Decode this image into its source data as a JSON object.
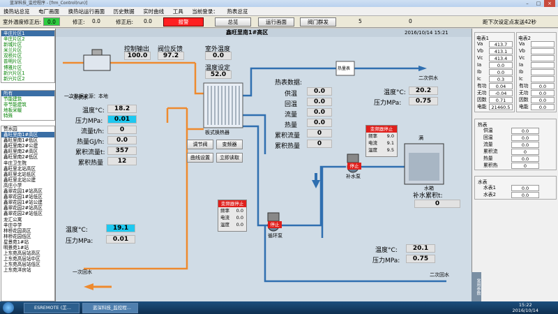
{
  "window": {
    "title": "蓝深科技_监控程序 - [frm_Control(run)]"
  },
  "menu": [
    "换热站总览",
    "电厂画面",
    "换热站运行画面",
    "历史数据",
    "实时曲线",
    "工具",
    "当前登录：",
    "热表总览"
  ],
  "toolbar": {
    "outdoor_correction_label": "室外温度修正后:",
    "outdoor_correction_value": "0.0",
    "correction_label": "修正:",
    "correction_value": "0.0",
    "correction_after_label": "修正后:",
    "correction_after_value": "0.0",
    "alarm_label": "报警",
    "overview_btn": "总览",
    "run_btn": "运行画面",
    "valve_btn": "阀门群发",
    "count_value": "5",
    "zero_value": "0",
    "countdown": "距下次设定点发送42秒"
  },
  "sidebar": {
    "list1": [
      "辛庄片区1",
      "辛庄片区2",
      "新城片区",
      "米兰片区",
      "双桥片区",
      "普明片区",
      "博雅片区",
      "新兴片区1",
      "新兴片区2"
    ],
    "list2": [
      "所有",
      "节能建筑",
      "非节能建筑",
      "地板采暖",
      "特殊"
    ],
    "list3_header": "赞水园",
    "list3": [
      "鑫旺里南1#高区",
      "鑫旺里南1#低区",
      "鑫旺里南2#公建",
      "鑫旺里南2#高区",
      "鑫旺里南2#低区",
      "辛庄卫生院",
      "鑫旺里北站高区",
      "鑫旺里北站低区",
      "鑫旺里北站公建",
      "高庄小学",
      "鑫翠花园1#站高区",
      "鑫翠花园1#站低区",
      "鑫翠花园1#站公建",
      "鑫翠花园2#站高区",
      "鑫翠花园2#站低区",
      "龙汇公寓",
      "辛庄中学",
      "林桥花园高区",
      "林桥花园低区",
      "星景苑1#站",
      "明景苑1#站",
      "上东苑高层站高区",
      "上东苑高层站中区",
      "上东苑高层站低区",
      "上东苑洋房站"
    ]
  },
  "main": {
    "header_title": "鑫旺里南1#高区",
    "datetime": "2016/10/14 15:21",
    "control_output_label": "控制输出",
    "control_output_value": "100.0",
    "valve_feedback_label": "阀位反馈",
    "valve_feedback_value": "97.2",
    "outdoor_temp_label": "室外温度",
    "outdoor_temp_value": "0.0",
    "temp_setpoint_label": "温度设定",
    "temp_setpoint_value": "52.0",
    "primary_supply_label": "一次供水",
    "secondary_supply_label": "二次供水",
    "primary_return_label": "一次回水",
    "secondary_return_label": "二次回水",
    "data_source_label": "一次数据来源：本地",
    "primary": {
      "temp_label": "温度°C:",
      "temp_value": "18.2",
      "pressure_label": "压力MPa:",
      "pressure_value": "0.01",
      "flow_label": "流量t/h:",
      "flow_value": "0",
      "heat_label": "热量GJ/h:",
      "heat_value": "0.0",
      "cum_flow_label": "累积流量t:",
      "cum_flow_value": "357",
      "cum_heat_label": "累积热量",
      "cum_heat_value": "12"
    },
    "primary_return": {
      "temp_label": "温度°C:",
      "temp_value": "19.1",
      "pressure_label": "压力MPa:",
      "pressure_value": "0.01"
    },
    "heat_meter": {
      "title": "热表数据:",
      "supply_label": "供温",
      "supply_value": "0.0",
      "return_label": "回温",
      "return_value": "0.0",
      "flow_label": "流量",
      "flow_value": "0.0",
      "heat_label": "热量",
      "heat_value": "0.0",
      "cum_flow_label": "累积流量",
      "cum_flow_value": "0",
      "cum_heat_label": "累积热量",
      "cum_heat_value": "0"
    },
    "secondary_supply": {
      "temp_label": "温度°C:",
      "temp_value": "20.2",
      "pressure_label": "压力MPa:",
      "pressure_value": "0.75"
    },
    "secondary_return": {
      "temp_label": "温度°C:",
      "temp_value": "20.1",
      "pressure_label": "压力MPa:",
      "pressure_value": "0.75"
    },
    "hx_label": "板式换热器",
    "flow_meter_label": "热量表",
    "buttons": {
      "valve_regulate": "调节阀",
      "vfd": "变频器",
      "curve_settings": "曲线设置",
      "read_now": "立即读取"
    },
    "vfd_makeup": {
      "title": "变频器停止",
      "freq_label": "频率",
      "freq_value": "9.0",
      "current_label": "电流",
      "current_value": "9.1",
      "temp_label": "温度",
      "temp_value": "9.5"
    },
    "vfd_circ": {
      "title": "变频器停止",
      "freq_label": "频率",
      "freq_value": "0.0",
      "current_label": "电流",
      "current_value": "0.0",
      "temp_label": "温度",
      "temp_value": "0.0"
    },
    "makeup_pump_label": "补水泵",
    "circ_pump_label": "循环泵",
    "stop_label": "停止",
    "tank_label": "水箱",
    "tank_full_label": "满",
    "makeup_cum_label": "补水累积t:",
    "makeup_cum_value": "0"
  },
  "right": {
    "meter1": {
      "title": "电表1",
      "rows": [
        [
          "Va",
          "413.7"
        ],
        [
          "Vb",
          "413.1"
        ],
        [
          "Vc",
          "413.4"
        ],
        [
          "Ia",
          "0.0"
        ],
        [
          "Ib",
          "0.0"
        ],
        [
          "Ic",
          "0.3"
        ],
        [
          "有功",
          "0.04"
        ],
        [
          "无功",
          "-0.04"
        ],
        [
          "因数",
          "0.71"
        ],
        [
          "电能",
          "21460.5"
        ]
      ]
    },
    "meter2": {
      "title": "电表2",
      "rows": [
        [
          "Va",
          ""
        ],
        [
          "Vb",
          ""
        ],
        [
          "Vc",
          ""
        ],
        [
          "Ia",
          ""
        ],
        [
          "Ib",
          ""
        ],
        [
          "Ic",
          ""
        ],
        [
          "有功",
          "0.0"
        ],
        [
          "无功",
          "0.0"
        ],
        [
          "因数",
          "0.0"
        ],
        [
          "电能",
          "0.0"
        ]
      ]
    },
    "heat": {
      "title": "热表",
      "rows": [
        [
          "供温",
          "0.0"
        ],
        [
          "回温",
          "0.0"
        ],
        [
          "流量",
          "0.0"
        ],
        [
          "累积流",
          "0"
        ],
        [
          "热量",
          "0.0"
        ],
        [
          "累积热",
          "0"
        ]
      ]
    },
    "water": {
      "title": "水表",
      "rows": [
        [
          "水表1",
          "0.0"
        ],
        [
          "水表2",
          "0.0"
        ]
      ]
    },
    "side_tab": "常用参数"
  },
  "taskbar": {
    "task1": "ESREMOTE (芷...",
    "task2": "蓝深科技_监控程...",
    "time": "15:22",
    "date": "2016/10/14"
  },
  "colors": {
    "hot_pipe": "#ee8a2e",
    "cold_pipe": "#2f6fb0",
    "alarm": "#e0201c",
    "selected": "#3a6ea5"
  }
}
